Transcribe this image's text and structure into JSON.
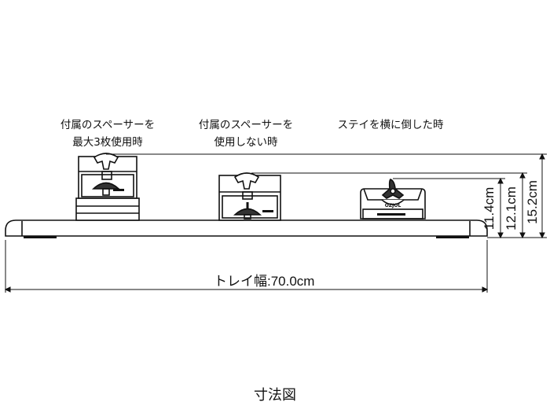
{
  "captions": {
    "max_spacers": [
      "付属のスペーサーを",
      "最大3枚使用時"
    ],
    "no_spacers": [
      "付属のスペーサーを",
      "使用しない時"
    ],
    "stay_sideways": [
      "ステイを横に倒した時"
    ]
  },
  "dimensions": {
    "tray_width": "トレイ幅:70.0cm",
    "height_sideways": "11.4cm",
    "height_no_spacers": "12.1cm",
    "height_max_spacers": "15.2cm"
  },
  "logo_text": "OZJOL",
  "figure_title": "寸法図"
}
